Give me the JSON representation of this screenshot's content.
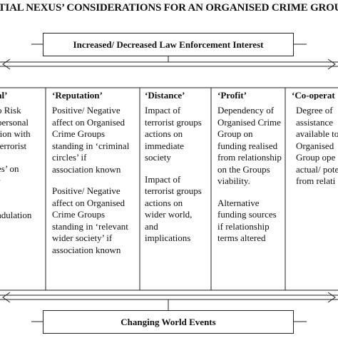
{
  "title": "ITIAL NEXUS’ CONSIDERATIONS FOR AN ORGANISED CRIME GROU",
  "top_box": "Increased/ Decreased Law Enforcement Interest",
  "bottom_box": "Changing World Events",
  "columns": [
    {
      "header": "al’",
      "body": [
        "o Risk\npersonal\ntion with\nterrorist",
        "es’ on\nr",
        "adulation"
      ]
    },
    {
      "header": "‘Reputation’",
      "body": [
        "Positive/ Negative\naffect on Organised\nCrime Groups\nstanding in ‘criminal\ncircles’ if\nassociation known",
        "Positive/ Negative\naffect on Organised\nCrime Groups\nstanding in ‘relevant\nwider society’ if\nassociation known"
      ]
    },
    {
      "header": "‘Distance’",
      "body": [
        "Impact of\nterrorist groups\nactions on\nimmediate\nsociety",
        "Impact of\nterrorist groups\nactions on\nwider world,\nand\nimplications"
      ]
    },
    {
      "header": "‘Profit’",
      "body": [
        "Dependency of\nOrganised Crime\nGroup on\nfunding realised\nfrom relationship\non the Groups\nviability.",
        "Alternative\nfunding sources\nif relationship\nterms altered"
      ]
    },
    {
      "header": "‘Co-operat",
      "body": [
        "Degree of\nassistance\navailable to\nOrganised\nGroup ope\nactual/ pote\nfrom relati"
      ]
    }
  ]
}
